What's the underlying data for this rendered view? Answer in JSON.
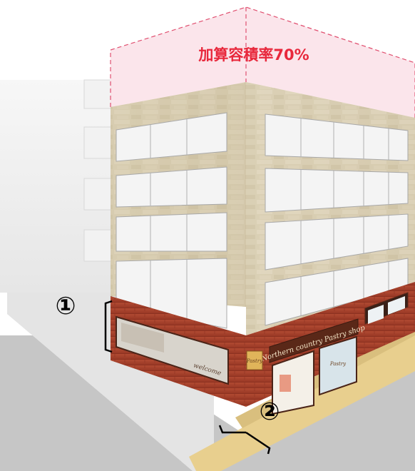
{
  "bonus_far_label": "加算容積率70%",
  "markers": {
    "one": "①",
    "two": "②"
  },
  "shop_sign": "Northern country Pastry shop",
  "hanging_sign": "Pastry",
  "side_sign": "welcome",
  "poster_text": "Pastry",
  "colors": {
    "bonus_zone_fill": "#fbe4ea",
    "bonus_zone_border": "#e05070",
    "bonus_label": "#e8283c",
    "brick": "#a8402c",
    "facade": "#d8ccb0",
    "sidewalk": "#e8cf8e",
    "road": "#c8c8c8"
  }
}
